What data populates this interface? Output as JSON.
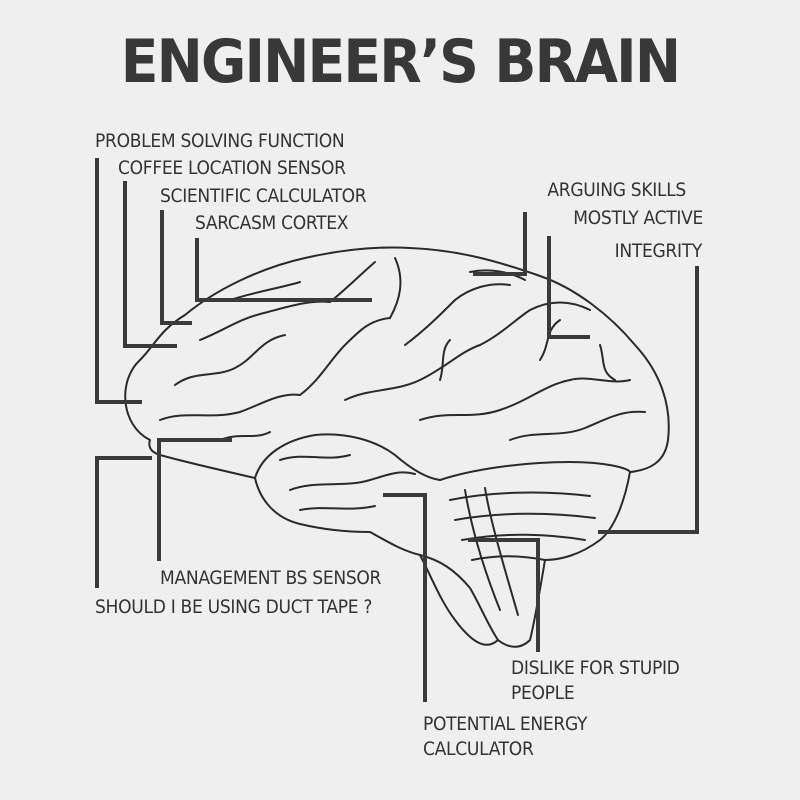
{
  "title": "ENGINEER’S BRAIN",
  "colors": {
    "background": "#efefef",
    "ink": "#383838"
  },
  "labels": {
    "problem_solving": "PROBLEM SOLVING FUNCTION",
    "coffee_location": "COFFEE LOCATION SENSOR",
    "scientific_calculator": "SCIENTIFIC CALCULATOR",
    "sarcasm_cortex": "SARCASM CORTEX",
    "arguing_skills": "ARGUING SKILLS",
    "mostly_active": "MOSTLY ACTIVE",
    "integrity": "INTEGRITY",
    "management_bs": "MANAGEMENT BS SENSOR",
    "duct_tape": "SHOULD I BE USING DUCT TAPE ?",
    "dislike_line1": "DISLIKE FOR STUPID",
    "dislike_line2": "PEOPLE",
    "potential_line1": "POTENTIAL ENERGY",
    "potential_line2": "CALCULATOR"
  }
}
